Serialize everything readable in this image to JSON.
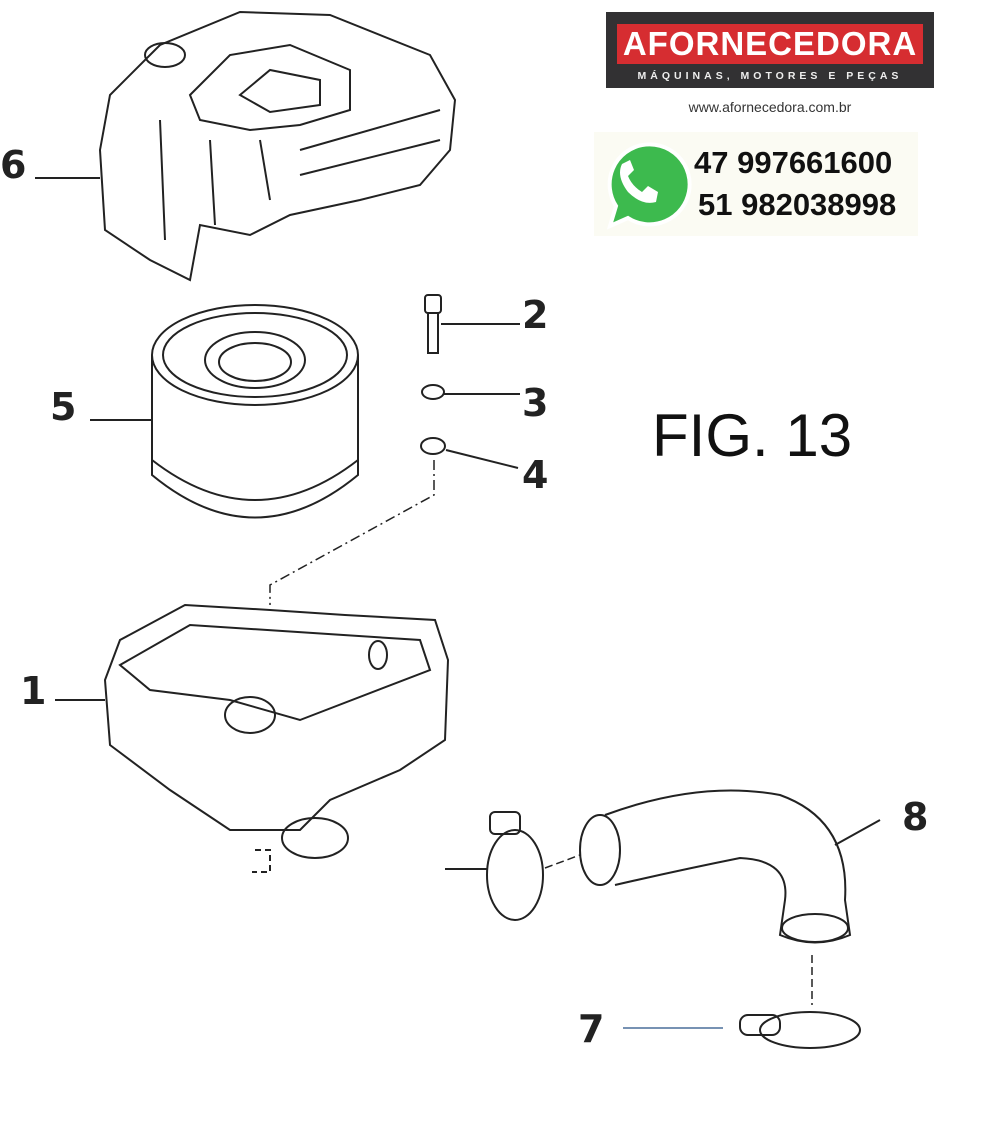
{
  "logo": {
    "name": "AFORNECEDORA",
    "tagline": "MÁQUINAS, MOTORES E PEÇAS"
  },
  "website": "www.afornecedora.com.br",
  "contact": {
    "icon": "whatsapp-icon",
    "phones": [
      "47 997661600",
      "51 982038998"
    ]
  },
  "figure_label": "FIG. 13",
  "callouts": [
    "1",
    "2",
    "3",
    "4",
    "5",
    "6",
    "7",
    "8"
  ],
  "colors": {
    "brand_red": "#d62d31",
    "brand_dark": "#323133",
    "whatsapp_green": "#3dba4e"
  }
}
